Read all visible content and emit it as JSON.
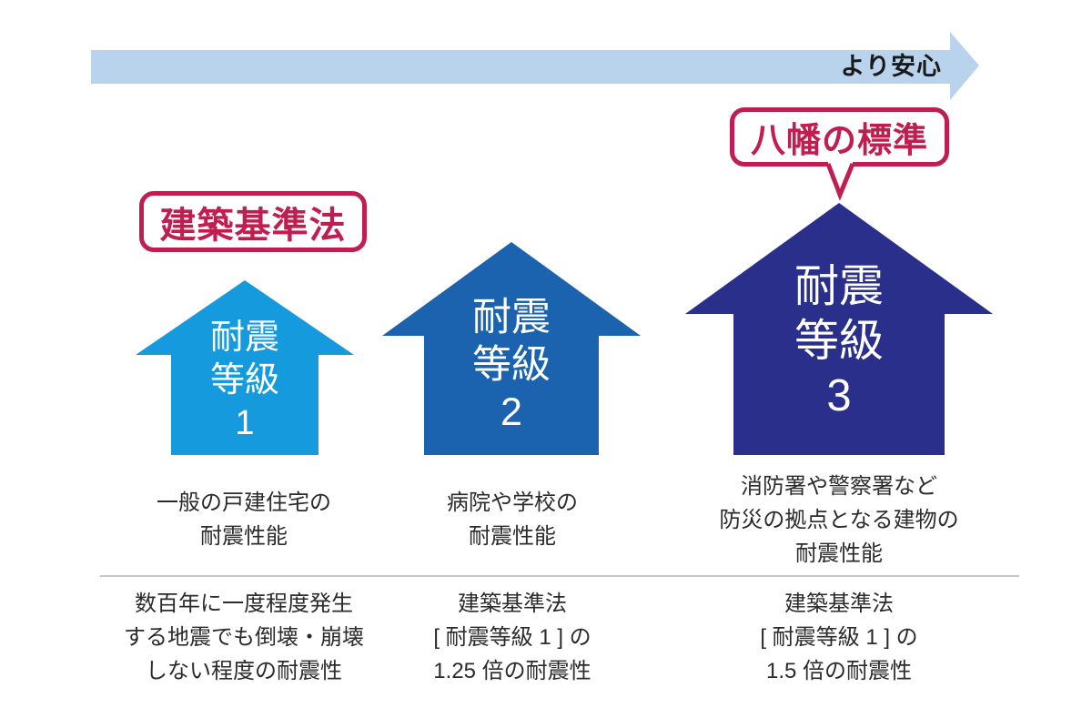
{
  "colors": {
    "accent": "#c01e50",
    "text": "#2b2b2b",
    "divider": "#b3b3b3",
    "reassurance_text": "#1a1a1a"
  },
  "top_arrow": {
    "label": "より安心",
    "color": "#bad3ed"
  },
  "badges": {
    "building_code": {
      "label": "建築基準法"
    },
    "yahata_standard": {
      "label": "八幡の標準"
    }
  },
  "grades": [
    {
      "label_lines": [
        "耐震",
        "等級",
        "1"
      ],
      "arrow_color": "#159bdd",
      "desc_lines": [
        "一般の戸建住宅の",
        "耐震性能"
      ],
      "detail_lines": [
        "数百年に一度程度発生",
        "する地震でも倒壊・崩壊",
        "しない程度の耐震性"
      ]
    },
    {
      "label_lines": [
        "耐震",
        "等級",
        "2"
      ],
      "arrow_color": "#1b63ae",
      "desc_lines": [
        "病院や学校の",
        "耐震性能"
      ],
      "detail_lines": [
        "建築基準法",
        "[ 耐震等級 1 ] の",
        "1.25 倍の耐震性"
      ]
    },
    {
      "label_lines": [
        "耐震",
        "等級",
        "3"
      ],
      "arrow_color": "#2a2f8c",
      "desc_lines": [
        "消防署や警察署など",
        "防災の拠点となる建物の",
        "耐震性能"
      ],
      "detail_lines": [
        "建築基準法",
        "[ 耐震等級 1 ] の",
        "1.5 倍の耐震性"
      ]
    }
  ]
}
